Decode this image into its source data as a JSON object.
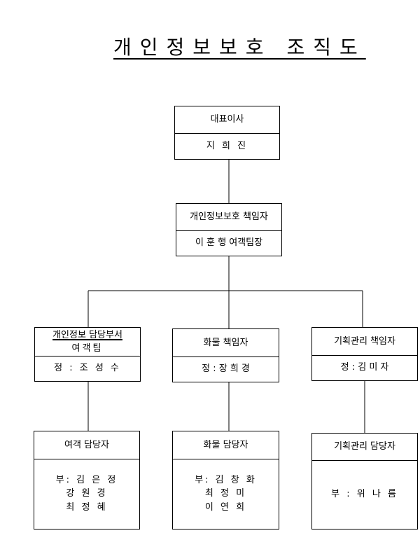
{
  "title": "개인정보보호 조직도",
  "ceo": {
    "role": "대표이사",
    "name": "지 희 진"
  },
  "cpo": {
    "role": "개인정보보호 책임자",
    "name": "이 훈 행 여객팀장"
  },
  "dept": {
    "label": "개인정보 담당부서",
    "team": "여객팀",
    "head": "정 : 조 성 수"
  },
  "cargo": {
    "role": "화물 책임자",
    "head": "정 : 장 희 경"
  },
  "planning": {
    "role": "기획관리 책임자",
    "head": "정 : 김 미 자"
  },
  "passenger_staff": {
    "role": "여객 담당자",
    "members": [
      "부: 김 은 정",
      "강 원 경",
      "최 정 혜"
    ]
  },
  "cargo_staff": {
    "role": "화물 담당자",
    "members": [
      "부: 김 창 화",
      "최 정 미",
      "이 연 희"
    ]
  },
  "planning_staff": {
    "role": "기획관리 담당자",
    "members": [
      "부 : 위 나 름"
    ]
  }
}
